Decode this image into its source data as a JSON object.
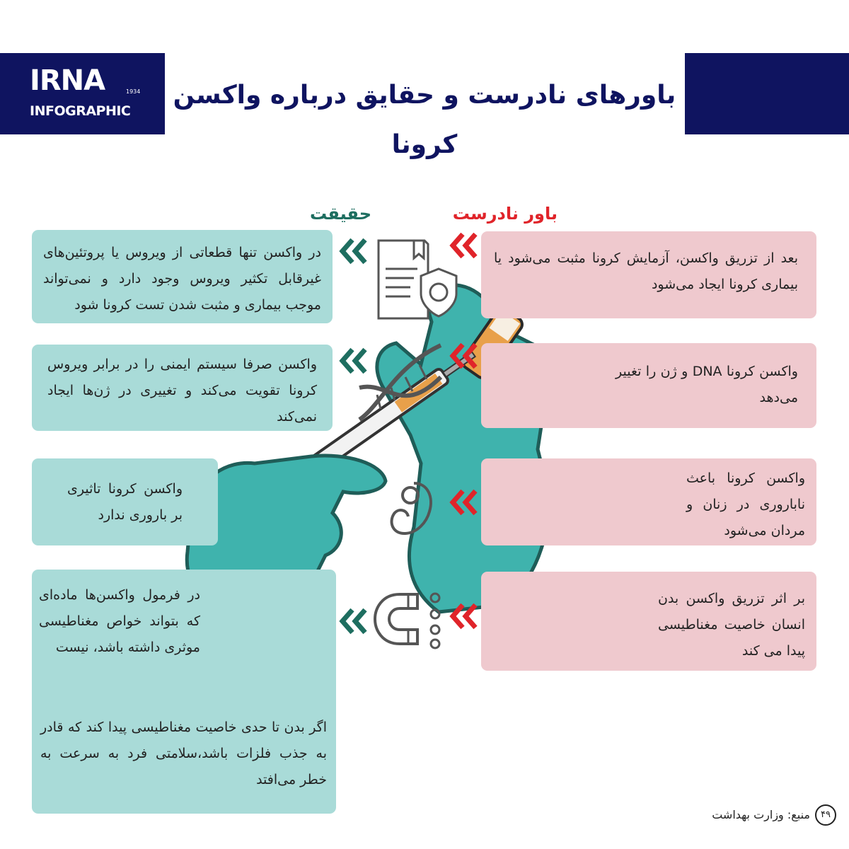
{
  "header": {
    "logo_main": "IRNA",
    "logo_year": "1934",
    "logo_sub": "INFOGRAPHIC",
    "title": "باورهای نادرست و حقایق درباره واکسن کرونا"
  },
  "columns": {
    "fact_heading": "حقیقت",
    "myth_heading": "باور نادرست"
  },
  "rows": [
    {
      "myth": "بعد از تزریق واکسن، آزمایش کرونا مثبت می‌شود یا بیماری کرونا ایجاد می‌شود",
      "fact": "در واکسن تنها قطعاتی از ویروس یا پروتئین‌های غیرقابل تکثیر ویروس وجود دارد و نمی‌تواند موجب بیماری و مثبت شدن تست کرونا شود",
      "icon": "virus-shield-document-icon"
    },
    {
      "myth": "واکسن کرونا DNA و ژن را تغییر می‌دهد",
      "fact": "واکسن صرفا سیستم ایمنی را در برابر ویروس کرونا تقویت می‌کند و تغییری در ژن‌ها ایجاد نمی‌کند",
      "icon": "dna-icon"
    },
    {
      "myth": "واکسن کرونا باعث ناباروری در زنان و مردان می‌شود",
      "fact": "واکسن کرونا تاثیری بر باروری ندارد",
      "icon": "fetus-icon"
    },
    {
      "myth": "بر اثر تزریق واکسن بدن انسان خاصیت مغناطیسی پیدا می کند",
      "fact": "در فرمول واکسن‌ها ماده‌ای که بتواند خواص مغناطیسی موثری داشته باشد، نیست",
      "fact_extra": "اگر بدن تا حدی خاصیت مغناطیسی پیدا کند که قادر به جذب فلزات باشد،سلامتی فرد به سرعت به خطر می‌افتد",
      "icon": "magnet-icon"
    }
  ],
  "footer": {
    "source": "منبع: وزارت بهداشت",
    "page_number": "۴۹"
  },
  "colors": {
    "navy": "#0f1460",
    "fact_box": "#a9dbd8",
    "myth_box": "#efc9ce",
    "fact_green": "#1e6e60",
    "myth_red": "#e0242a",
    "glove": "#3fb3ad",
    "glove_dark": "#1f5d58"
  }
}
